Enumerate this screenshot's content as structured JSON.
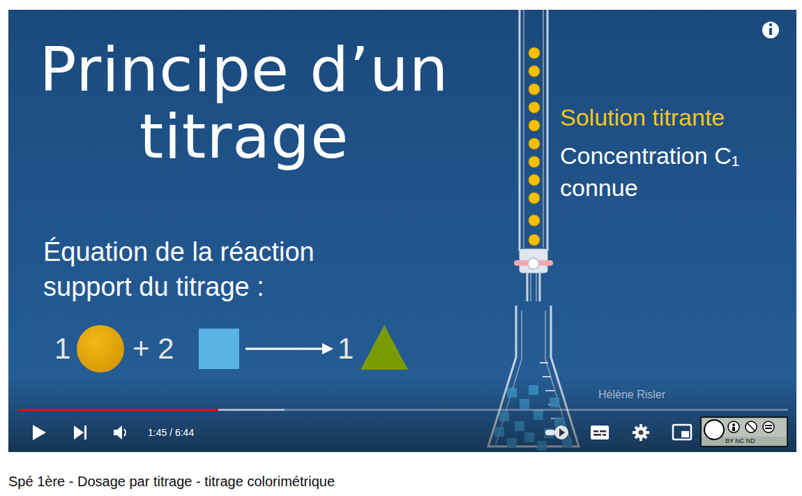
{
  "diagram": {
    "title": "Principe d’un titrage",
    "caption": "Spé 1ère - Dosage par titrage - titrage colorimétrique",
    "labels": [
      "Solution titrante",
      "Concentration C₁ connue",
      "Équation de la réaction support du titrage :",
      "1",
      "+ 2",
      "1",
      "Hélène Risler",
      "1:45 / 6:44",
      "BY NC ND"
    ]
  }
}
